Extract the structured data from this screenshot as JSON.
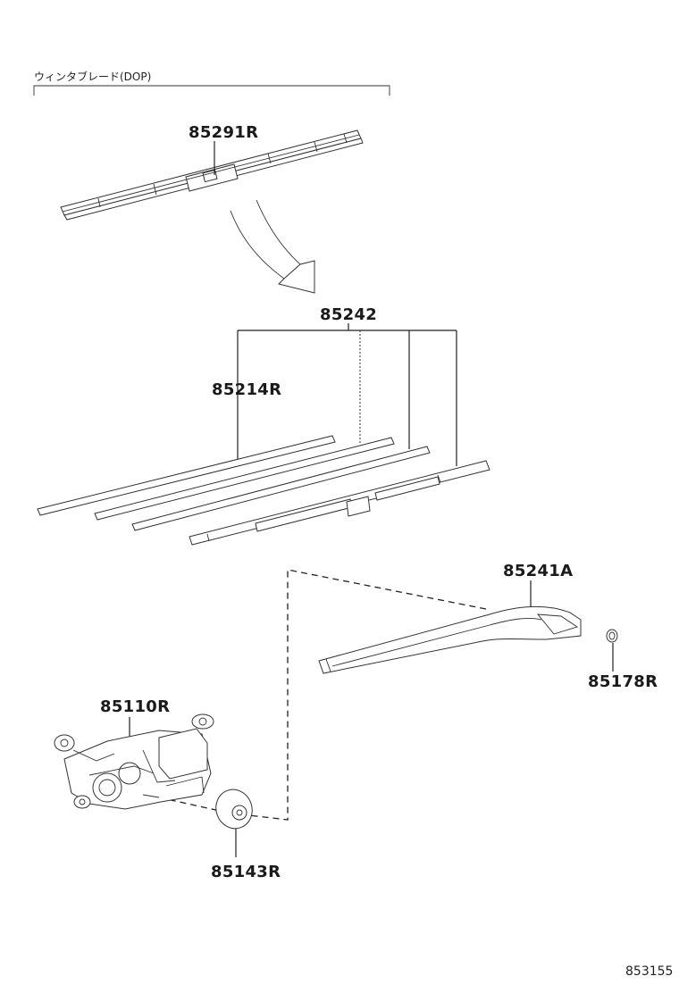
{
  "group": {
    "label": "ウィンタブレード(DOP)"
  },
  "parts": {
    "blade_assembly": "85291R",
    "refill_kit": "85242",
    "rubber_refill": "85214R",
    "wiper_arm": "85241A",
    "arm_cap": "85178R",
    "wiper_motor": "85110R",
    "pivot_cap": "85143R"
  },
  "diagram_code": "853155",
  "colors": {
    "line": "#222222",
    "background": "#ffffff"
  }
}
